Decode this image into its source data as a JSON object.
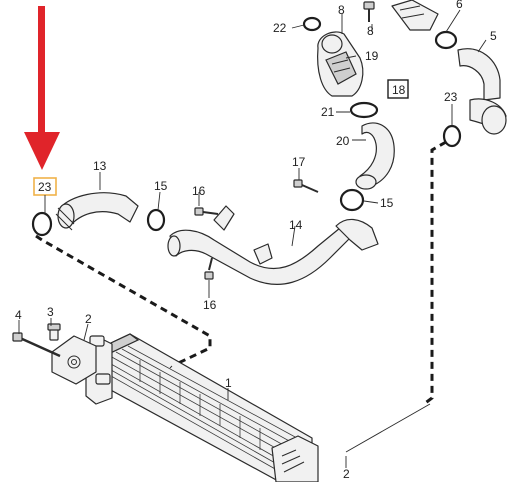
{
  "callouts": {
    "c23a": "23",
    "c13": "13",
    "c15a": "15",
    "c16a": "16",
    "c16b": "16",
    "c14": "14",
    "c17": "17",
    "c15b": "15",
    "c20": "20",
    "c21": "21",
    "c19": "19",
    "c22": "22",
    "c8a": "8",
    "c8b": "8",
    "c6": "6",
    "c5": "5",
    "c23b": "23",
    "c18": "18",
    "c4": "4",
    "c3": "3",
    "c2a": "2",
    "c1": "1",
    "c2b": "2"
  },
  "colors": {
    "arrow": "#e0242a",
    "highlight_box": "#f0b24a",
    "line": "#2b2b2b"
  }
}
